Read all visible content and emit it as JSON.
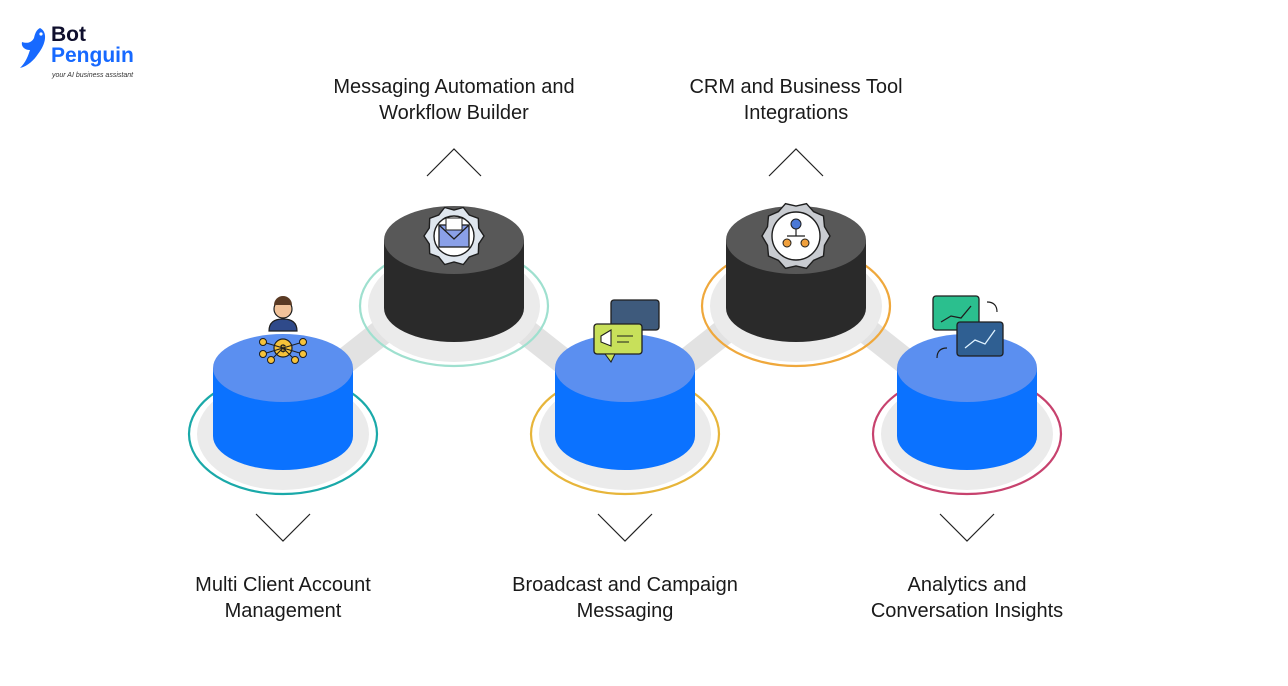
{
  "brand": {
    "name_line1": "Bot",
    "name_line2": "Penguin",
    "tagline": "your AI business assistant"
  },
  "steps": [
    {
      "title_line1": "Multi Client Account",
      "title_line2": "Management",
      "position": "bottom",
      "cylinder_color": "blue",
      "ring_color": "#1aa9a9",
      "icon": "client-money-icon"
    },
    {
      "title_line1": "Messaging Automation and",
      "title_line2": "Workflow Builder",
      "position": "top",
      "cylinder_color": "dark",
      "ring_color": "#9fe0cf",
      "icon": "envelope-gear-icon"
    },
    {
      "title_line1": "Broadcast and Campaign",
      "title_line2": "Messaging",
      "position": "bottom",
      "cylinder_color": "blue",
      "ring_color": "#e7b53a",
      "icon": "megaphone-chat-icon"
    },
    {
      "title_line1": "CRM and Business Tool",
      "title_line2": "Integrations",
      "position": "top",
      "cylinder_color": "dark",
      "ring_color": "#efa83c",
      "icon": "network-gear-icon"
    },
    {
      "title_line1": "Analytics and",
      "title_line2": "Conversation Insights",
      "position": "bottom",
      "cylinder_color": "blue",
      "ring_color": "#c7426e",
      "icon": "analytics-chat-icon"
    }
  ],
  "colors": {
    "blue_top": "#5b8ff0",
    "blue_body": "#0b72ff",
    "dark_top": "#585858",
    "dark_body": "#2a2a2a",
    "connector": "#e2e2e2",
    "platform": "#ebebeb"
  }
}
